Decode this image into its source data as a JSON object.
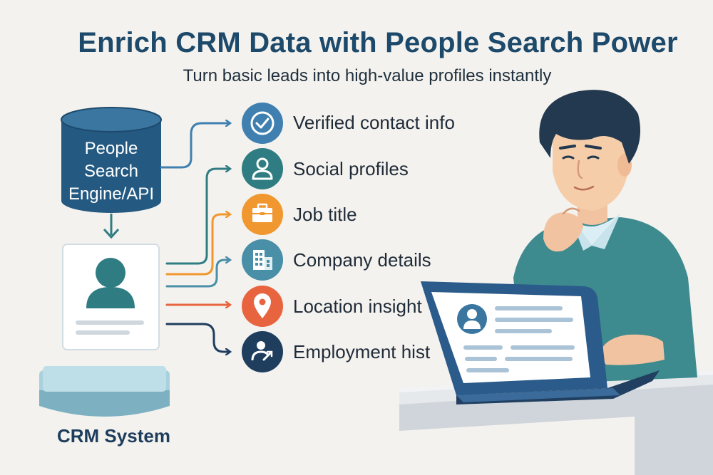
{
  "header": {
    "title": "Enrich CRM Data with People Search Power",
    "subtitle": "Turn basic leads into high-value profiles instantly"
  },
  "database": {
    "label_line1": "People",
    "label_line2": "Search",
    "label_line3": "Engine/API"
  },
  "crm": {
    "label": "CRM System"
  },
  "features": [
    {
      "label": "Verified contact info",
      "icon": "check-circle-icon",
      "color": "#3f80b0",
      "line": "#3f80b0"
    },
    {
      "label": "Social profiles",
      "icon": "user-icon",
      "color": "#2f7d82",
      "line": "#2f7d82"
    },
    {
      "label": "Job title",
      "icon": "briefcase-icon",
      "color": "#f0972f",
      "line": "#f0972f"
    },
    {
      "label": "Company details",
      "icon": "building-icon",
      "color": "#4a8fa8",
      "line": "#4a8fa8"
    },
    {
      "label": "Location insight",
      "icon": "map-pin-icon",
      "color": "#e8643f",
      "line": "#e8643f"
    },
    {
      "label": "Employment hist",
      "icon": "career-icon",
      "color": "#1f3e5e",
      "line": "#1f3e5e"
    }
  ],
  "colors": {
    "title": "#1d4a6b",
    "database": "#245a82",
    "teal": "#2f7d82",
    "background": "#f4f2ee"
  }
}
